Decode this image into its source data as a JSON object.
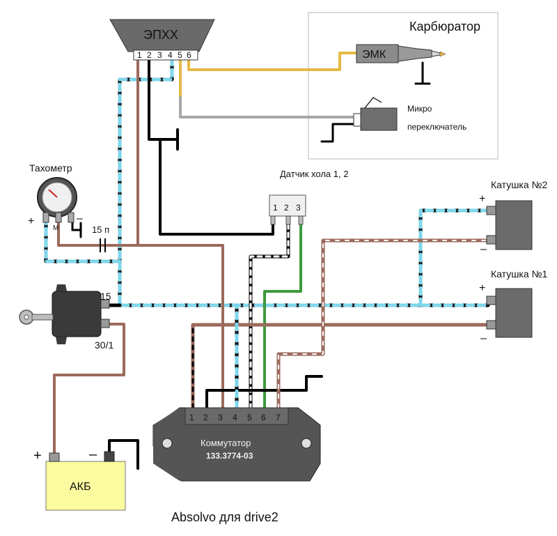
{
  "epxx": {
    "label": "ЭПХХ",
    "pins": [
      "1",
      "2",
      "3",
      "4",
      "5",
      "6"
    ]
  },
  "carb": {
    "title": "Карбюратор",
    "emk": "ЭМК",
    "micro_line1": "Микро",
    "micro_line2": "переключатель"
  },
  "tacho": {
    "label": "Тахометр",
    "plus": "+",
    "m": "М",
    "minus": "–",
    "cap": "15 п"
  },
  "hall": {
    "label": "Датчик хола 1, 2",
    "pins": [
      "1",
      "2",
      "3"
    ]
  },
  "coil2": {
    "label": "Катушка №2",
    "plus": "+",
    "minus": "–"
  },
  "coil1": {
    "label": "Катушка №1",
    "plus": "+",
    "minus": "–"
  },
  "ignition": {
    "t15": "15",
    "t30": "30/1"
  },
  "battery": {
    "label": "АКБ",
    "plus": "+",
    "minus": "–"
  },
  "commutator": {
    "line1": "Коммутатор",
    "line2": "133.3774-03",
    "pins": [
      "1",
      "2",
      "3",
      "4",
      "5",
      "6",
      "7"
    ]
  },
  "credit": "Absolvo для drive2",
  "colors": {
    "brown": "#9b6a5c",
    "cyan": "#7fd6ea",
    "yellow": "#e6b945",
    "green": "#3d9a3d",
    "gray": "#a8a8a8",
    "black": "#000000",
    "coil_body": "#6b6b6b",
    "battery_body": "#fbfba0"
  }
}
